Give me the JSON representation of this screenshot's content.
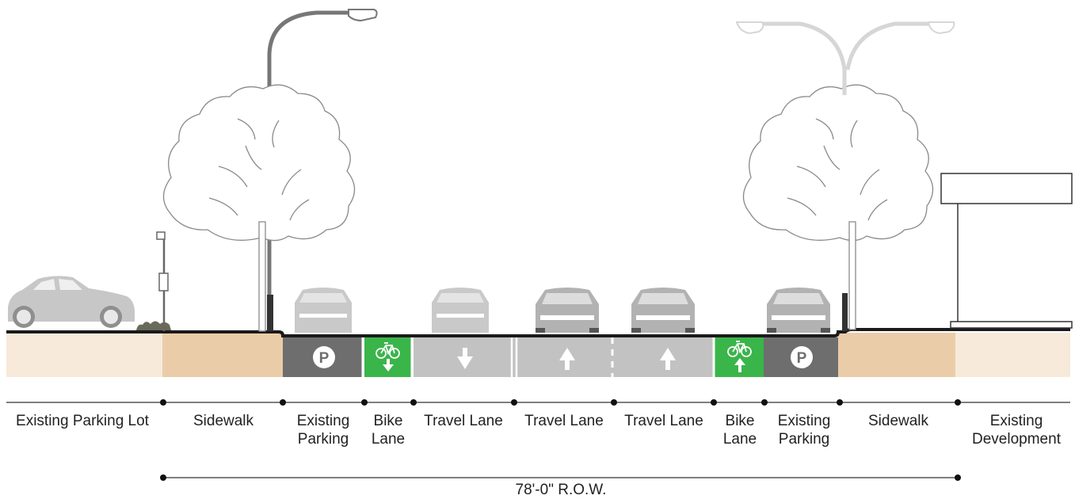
{
  "colors": {
    "lot": "#f7eadb",
    "sidewalk": "#ebcca8",
    "parking": "#6e6e6e",
    "bike": "#3ab54a",
    "travel": "#c2c2c2",
    "vehicle": "#b8b8b8",
    "tree": "#8a8a8a",
    "curb": "#1a1a1a"
  },
  "icons": {
    "parking": "P",
    "bike_symbol": "bicycle-icon",
    "direction_down": "arrow-down-icon",
    "direction_up": "arrow-up-icon"
  },
  "segments": [
    {
      "id": "existing-parking-lot",
      "label": "Existing Parking Lot"
    },
    {
      "id": "sidewalk-left",
      "label": "Sidewalk"
    },
    {
      "id": "parking-left",
      "label": "Existing\nParking",
      "icon": "P"
    },
    {
      "id": "bike-lane-left",
      "label": "Bike\nLane",
      "direction": "down"
    },
    {
      "id": "travel-lane-1",
      "label": "Travel Lane",
      "direction": "down"
    },
    {
      "id": "travel-lane-2",
      "label": "Travel Lane",
      "direction": "up"
    },
    {
      "id": "travel-lane-3",
      "label": "Travel Lane",
      "direction": "up"
    },
    {
      "id": "bike-lane-right",
      "label": "Bike\nLane",
      "direction": "up"
    },
    {
      "id": "parking-right",
      "label": "Existing\nParking",
      "icon": "P"
    },
    {
      "id": "sidewalk-right",
      "label": "Sidewalk"
    },
    {
      "id": "existing-development",
      "label": "Existing\nDevelopment"
    }
  ],
  "row_dimension": "78'-0\" R.O.W."
}
